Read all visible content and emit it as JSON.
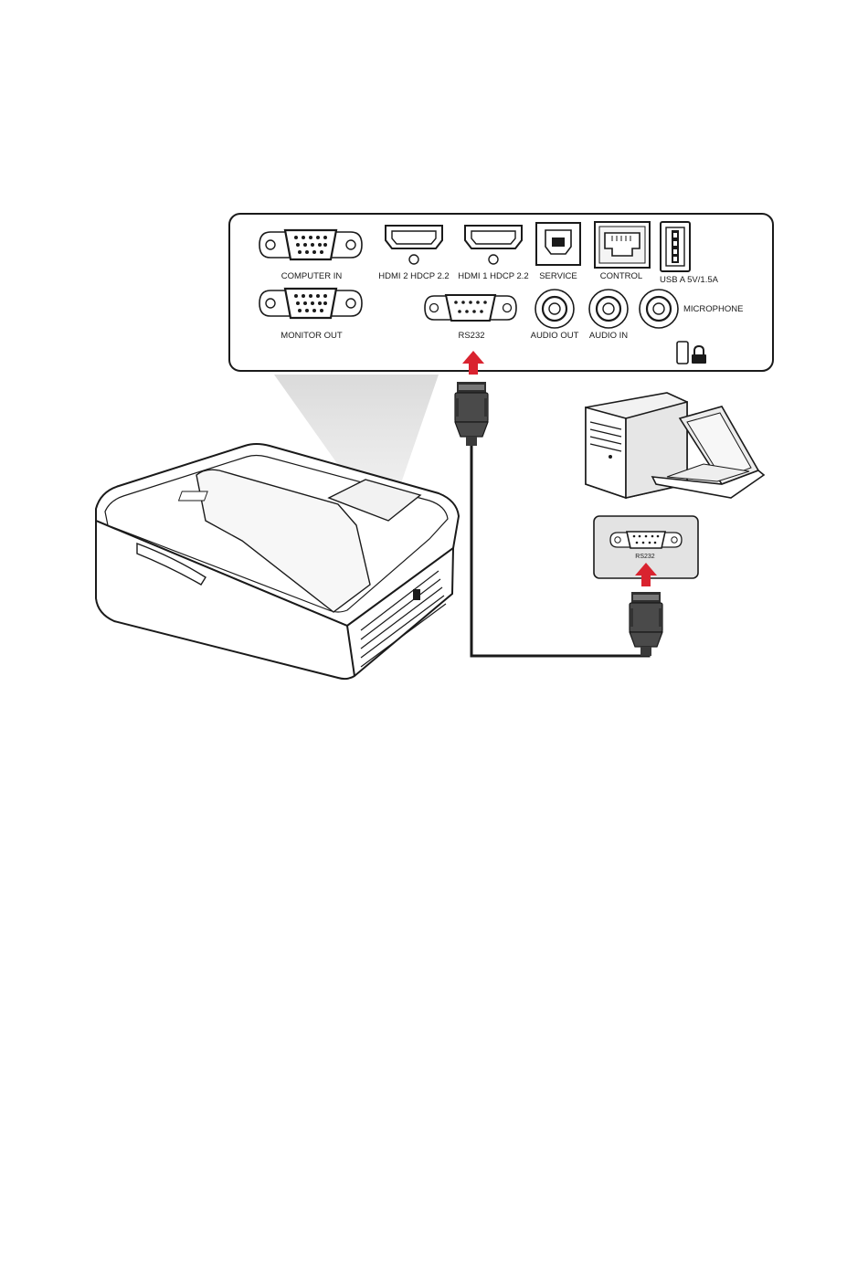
{
  "panel": {
    "ports": {
      "computer_in": "COMPUTER IN",
      "hdmi2": "HDMI 2 HDCP 2.2",
      "hdmi1": "HDMI 1 HDCP 2.2",
      "service": "SERVICE",
      "control": "CONTROL",
      "usb": "USB A 5V/1.5A",
      "monitor_out": "MONITOR OUT",
      "rs232": "RS232",
      "audio_out": "AUDIO OUT",
      "audio_in": "AUDIO IN",
      "microphone": "MICROPHONE"
    }
  },
  "pc_port": {
    "label": "RS232"
  },
  "colors": {
    "arrow": "#d9232f",
    "outline": "#1a1a1a",
    "panel_fill": "#ffffff",
    "pc_panel_fill": "#e3e3e3",
    "computer_fill": "#f2f2f2",
    "connector_fill": "#4a4a4a"
  },
  "icons": [
    "vga-port-icon",
    "hdmi-port-icon",
    "usb-b-port-icon",
    "rj45-port-icon",
    "usb-a-port-icon",
    "db9-port-icon",
    "audio-jack-icon",
    "kensington-lock-icon",
    "projector-icon",
    "desktop-computer-icon",
    "laptop-icon",
    "db9-connector-icon",
    "up-arrow-icon"
  ]
}
